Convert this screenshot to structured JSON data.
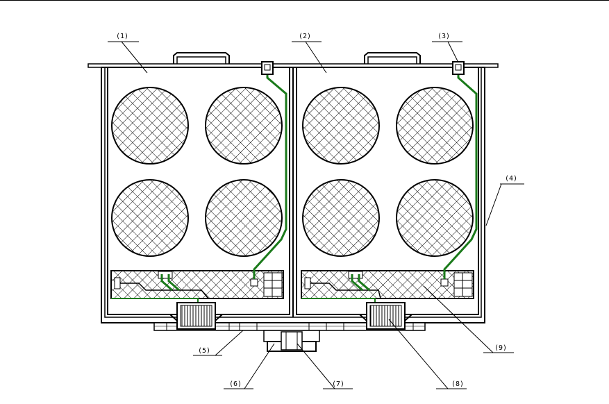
{
  "labels": {
    "l1": "(1)",
    "l2": "(2)",
    "l3": "(3)",
    "l4": "(4)",
    "l5": "(5)",
    "l6": "(6)",
    "l7": "(7)",
    "l8": "(8)",
    "l9": "(9)"
  },
  "colors": {
    "line": "#000000",
    "wire": "#1a7a1a",
    "background": "#ffffff"
  },
  "icons": {
    "hatch": "crosshatch-pattern",
    "wire": "green-wire",
    "fan": "fan-grille",
    "terminal": "terminal-block"
  }
}
